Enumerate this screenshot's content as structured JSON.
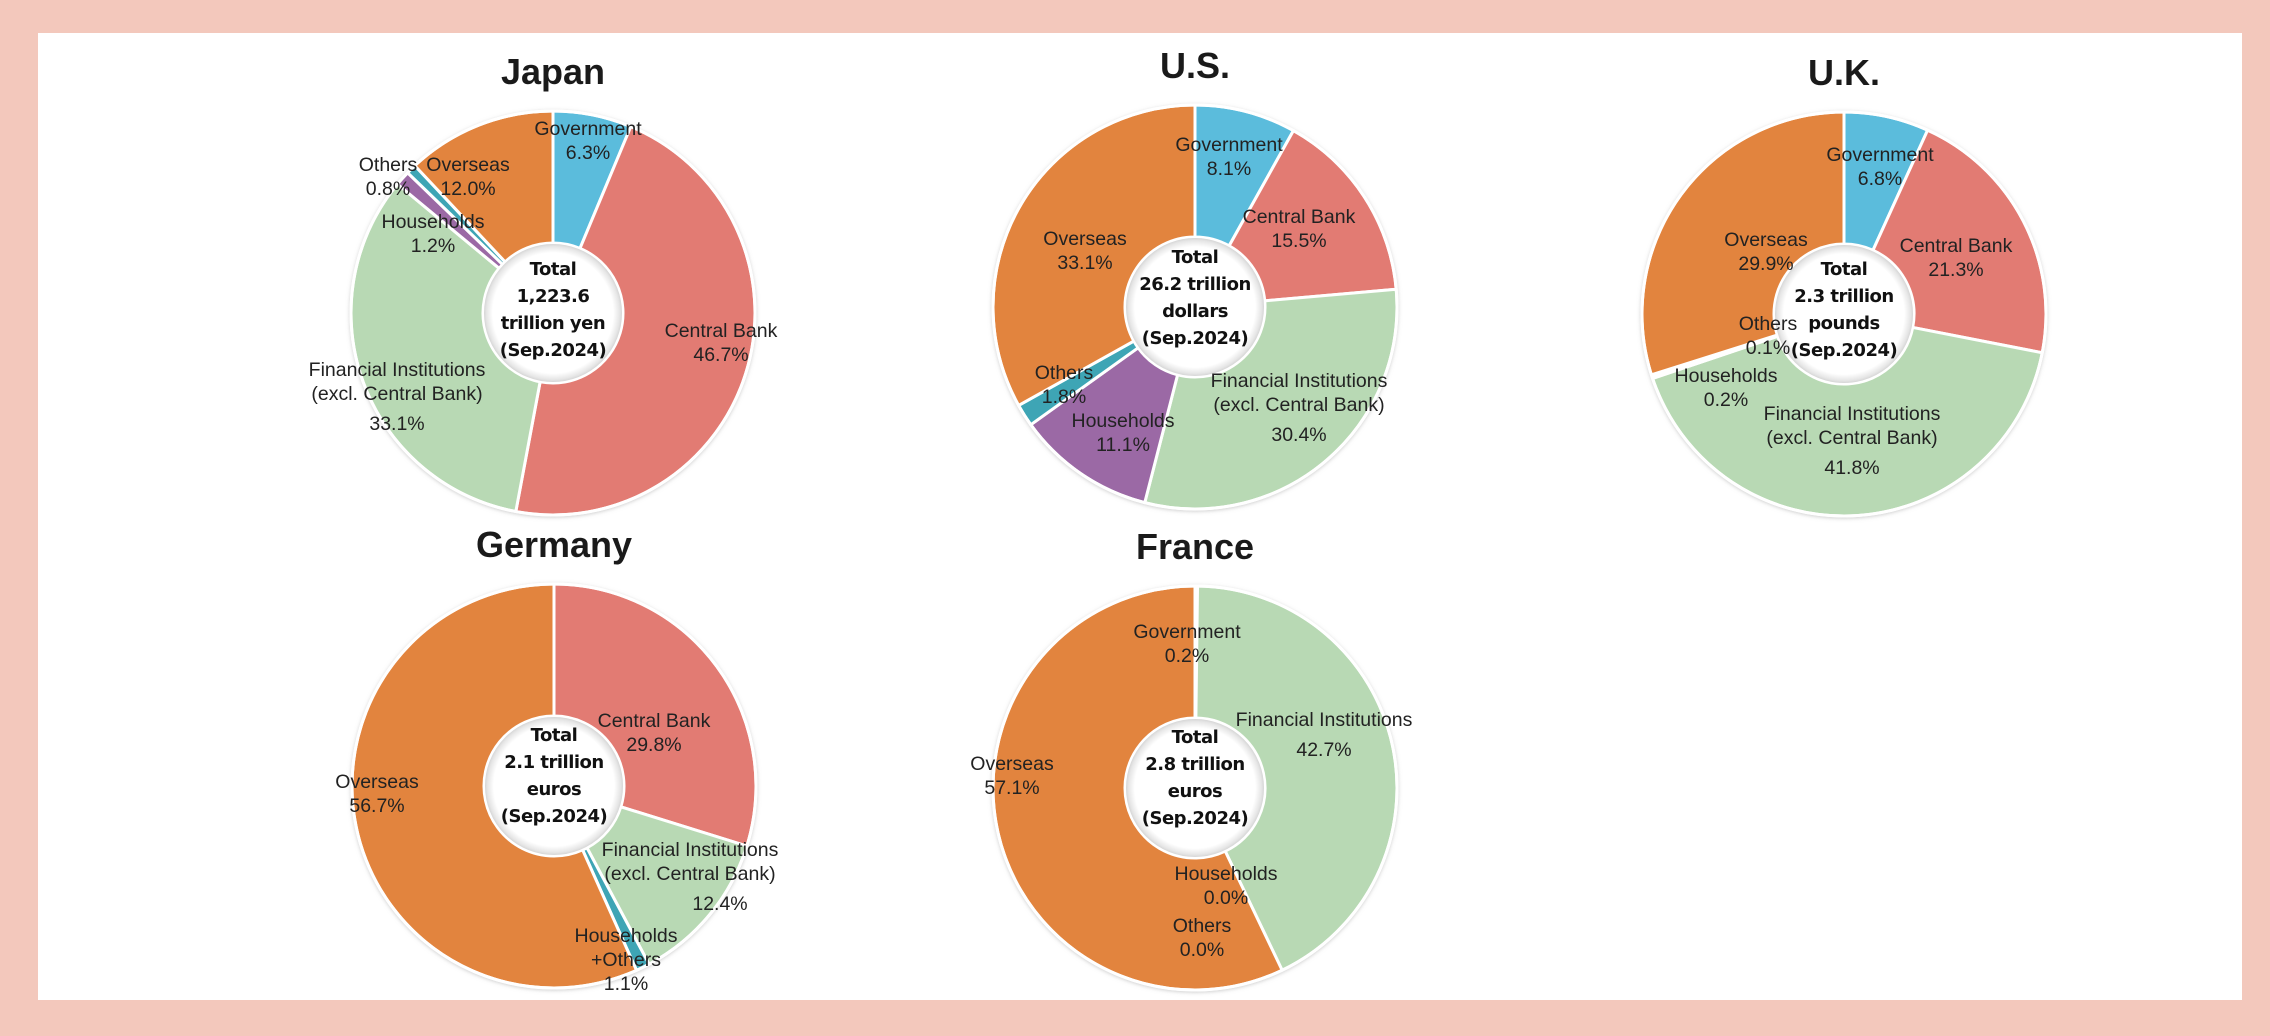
{
  "colors": {
    "frame": "#f3c8bc",
    "Government": "#5bbcdc",
    "Central Bank": "#e27b73",
    "Financial Institutions": "#b8d9b4",
    "Households": "#9b69a5",
    "Others": "#3ea5b5",
    "Overseas": "#e2843e"
  },
  "charts": [
    {
      "id": "japan",
      "title": "Japan",
      "center_lines": [
        "Total",
        "1,223.6",
        "trillion yen",
        "(Sep.2024)"
      ],
      "labels": [
        {
          "lines": [
            "Government",
            "6.3%"
          ]
        },
        {
          "lines": [
            "Central Bank",
            "46.7%"
          ]
        },
        {
          "lines": [
            "Financial Institutions",
            "(excl. Central Bank)",
            "33.1%"
          ]
        },
        {
          "lines": [
            "Households",
            "1.2%"
          ]
        },
        {
          "lines": [
            "Others",
            "0.8%"
          ]
        },
        {
          "lines": [
            "Overseas",
            "12.0%"
          ]
        }
      ]
    },
    {
      "id": "us",
      "title": "U.S.",
      "center_lines": [
        "Total",
        "26.2 trillion",
        "dollars",
        "(Sep.2024)"
      ],
      "labels": [
        {
          "lines": [
            "Government",
            "8.1%"
          ]
        },
        {
          "lines": [
            "Central Bank",
            "15.5%"
          ]
        },
        {
          "lines": [
            "Financial Institutions",
            "(excl. Central Bank)",
            "30.4%"
          ]
        },
        {
          "lines": [
            "Households",
            "11.1%"
          ]
        },
        {
          "lines": [
            "Others",
            "1.8%"
          ]
        },
        {
          "lines": [
            "Overseas",
            "33.1%"
          ]
        }
      ]
    },
    {
      "id": "uk",
      "title": "U.K.",
      "center_lines": [
        "Total",
        "2.3 trillion",
        "pounds",
        "(Sep.2024)"
      ],
      "labels": [
        {
          "lines": [
            "Government",
            "6.8%"
          ]
        },
        {
          "lines": [
            "Central Bank",
            "21.3%"
          ]
        },
        {
          "lines": [
            "Financial Institutions",
            "(excl. Central Bank)",
            "41.8%"
          ]
        },
        {
          "lines": [
            "Households",
            "0.2%"
          ]
        },
        {
          "lines": [
            "Others",
            "0.1%"
          ]
        },
        {
          "lines": [
            "Overseas",
            "29.9%"
          ]
        }
      ]
    },
    {
      "id": "germany",
      "title": "Germany",
      "center_lines": [
        "Total",
        "2.1 trillion",
        "euros",
        "(Sep.2024)"
      ],
      "labels": [
        {
          "lines": [
            "Central Bank",
            "29.8%"
          ]
        },
        {
          "lines": [
            "Financial Institutions",
            "(excl. Central Bank)",
            "12.4%"
          ]
        },
        {
          "lines": [
            "Households",
            "+Others",
            "1.1%"
          ]
        },
        {
          "lines": [
            "Overseas",
            "56.7%"
          ]
        }
      ]
    },
    {
      "id": "france",
      "title": "France",
      "center_lines": [
        "Total",
        "2.8 trillion",
        "euros",
        "(Sep.2024)"
      ],
      "labels": [
        {
          "lines": [
            "Government",
            "0.2%"
          ]
        },
        {
          "lines": [
            "Financial Institutions",
            "42.7%"
          ]
        },
        {
          "lines": [
            "Households",
            "0.0%"
          ]
        },
        {
          "lines": [
            "Others",
            "0.0%"
          ]
        },
        {
          "lines": [
            "Overseas",
            "57.1%"
          ]
        }
      ]
    }
  ],
  "chart_data": [
    {
      "type": "pie",
      "title": "Japan",
      "subtitle": "Total 1,223.6 trillion yen (Sep.2024)",
      "categories": [
        "Government",
        "Central Bank",
        "Financial Institutions (excl. Central Bank)",
        "Households",
        "Others",
        "Overseas"
      ],
      "values": [
        6.3,
        46.7,
        33.1,
        1.2,
        0.8,
        12.0
      ],
      "unit": "%"
    },
    {
      "type": "pie",
      "title": "U.S.",
      "subtitle": "Total 26.2 trillion dollars (Sep.2024)",
      "categories": [
        "Government",
        "Central Bank",
        "Financial Institutions (excl. Central Bank)",
        "Households",
        "Others",
        "Overseas"
      ],
      "values": [
        8.1,
        15.5,
        30.4,
        11.1,
        1.8,
        33.1
      ],
      "unit": "%"
    },
    {
      "type": "pie",
      "title": "U.K.",
      "subtitle": "Total 2.3 trillion pounds (Sep.2024)",
      "categories": [
        "Government",
        "Central Bank",
        "Financial Institutions (excl. Central Bank)",
        "Households",
        "Others",
        "Overseas"
      ],
      "values": [
        6.8,
        21.3,
        41.8,
        0.2,
        0.1,
        29.9
      ],
      "unit": "%"
    },
    {
      "type": "pie",
      "title": "Germany",
      "subtitle": "Total 2.1 trillion euros (Sep.2024)",
      "categories": [
        "Central Bank",
        "Financial Institutions (excl. Central Bank)",
        "Households+Others",
        "Overseas"
      ],
      "values": [
        29.8,
        12.4,
        1.1,
        56.7
      ],
      "unit": "%"
    },
    {
      "type": "pie",
      "title": "France",
      "subtitle": "Total 2.8 trillion euros (Sep.2024)",
      "categories": [
        "Government",
        "Financial Institutions",
        "Households",
        "Others",
        "Overseas"
      ],
      "values": [
        0.2,
        42.7,
        0.0,
        0.0,
        57.1
      ],
      "unit": "%"
    }
  ]
}
